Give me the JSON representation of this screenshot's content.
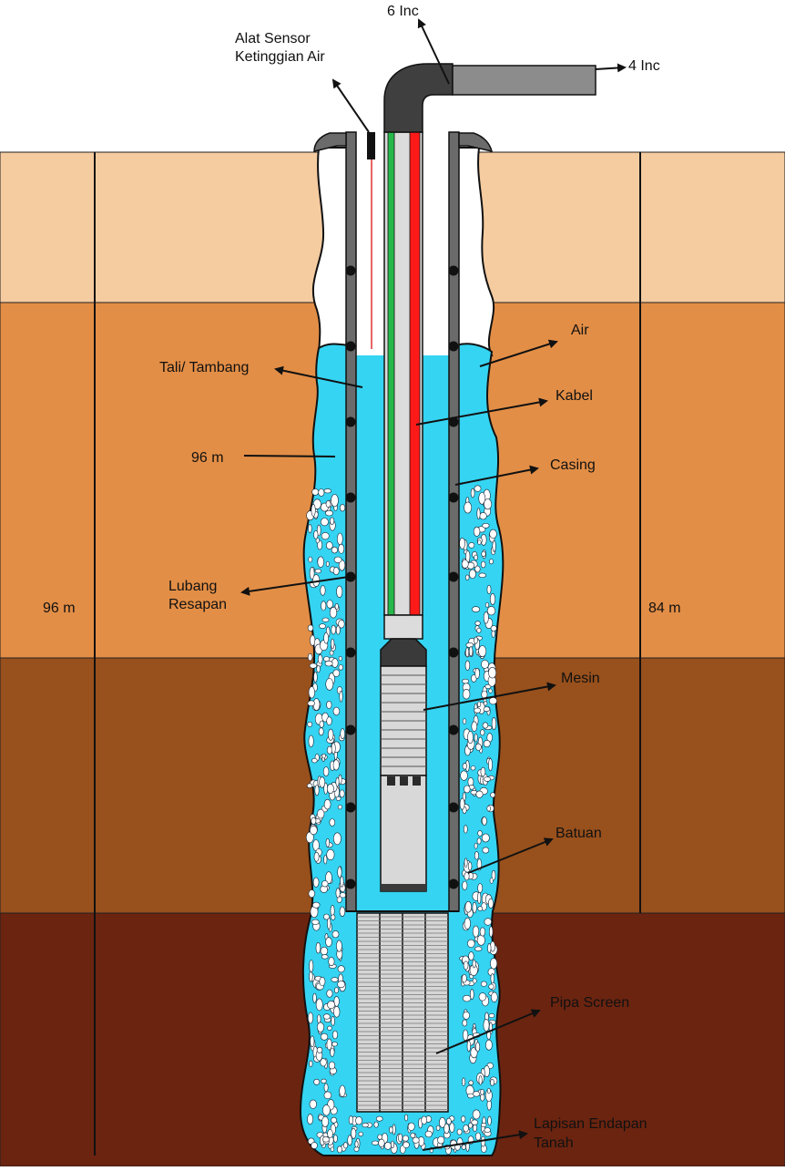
{
  "labels": {
    "pipe_6": "6 Inc",
    "pipe_4": "4 Inc",
    "sensor_line1": "Alat  Sensor",
    "sensor_line2": "Ketinggian Air",
    "rope": "Tali/ Tambang",
    "depth_inner": "96 m",
    "hole_line1": "Lubang",
    "hole_line2": "Resapan",
    "depth_left": "96 m",
    "depth_right": "84 m",
    "water": "Air",
    "cable": "Kabel",
    "casing": "Casing",
    "pump": "Mesin",
    "rock": "Batuan",
    "screen": "Pipa Screen",
    "sediment_line1": "Lapisan  Endapan",
    "sediment_line2": "Tanah"
  },
  "colors": {
    "soil_layer_1": "#f5cba0",
    "soil_layer_2": "#e38e46",
    "soil_layer_3": "#98501c",
    "soil_layer_4": "#6b2410",
    "water": "#35d4f2",
    "casing": "#6b6b6b",
    "pipe": "#3f3f3f",
    "cable_red": "#ff1a1a",
    "cable_green": "#26b84a"
  }
}
